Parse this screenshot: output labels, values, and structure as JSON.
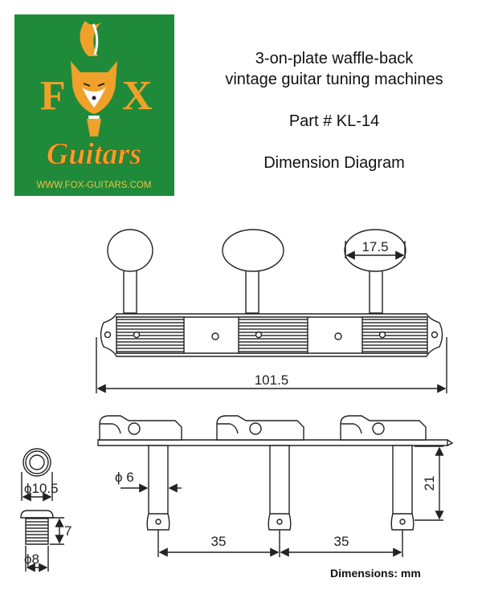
{
  "logo": {
    "brand_left": "F",
    "brand_right": "X",
    "brand_sub": "Guitars",
    "url": "WWW.FOX-GUITARS.COM",
    "colors": {
      "background": "#1f8a3a",
      "letters": "#f0a12a",
      "fox": "#f0a12a",
      "url": "#f0c040"
    }
  },
  "header": {
    "line1": "3-on-plate waffle-back",
    "line2": "vintage guitar tuning machines",
    "part": "Part # KL-14",
    "subtitle": "Dimension Diagram"
  },
  "dimensions": {
    "button_width": "17.5",
    "plate_length": "101.5",
    "shaft_diameter": "ϕ 6",
    "post_height": "21",
    "spacing_left": "35",
    "spacing_right": "35",
    "bushing_top_diameter": "ϕ10.5",
    "bushing_height": "7",
    "bushing_bottom_diameter": "ϕ8"
  },
  "footer": {
    "units": "Dimensions: mm"
  }
}
